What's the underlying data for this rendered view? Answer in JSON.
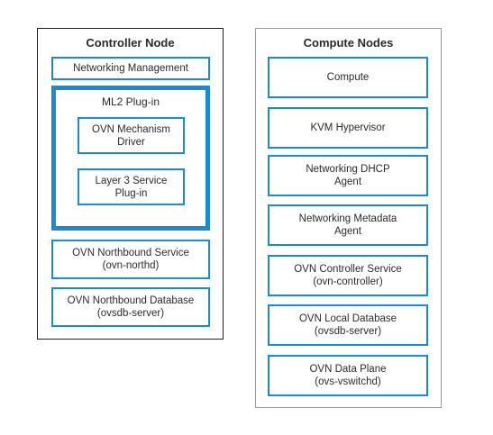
{
  "controller": {
    "title": "Controller Node",
    "networking_management": "Networking Management",
    "ml2": {
      "title": "ML2 Plug-in",
      "mechanism_driver": "OVN Mechanism\nDriver",
      "l3_service": "Layer 3 Service\nPlug-in"
    },
    "northbound_service": "OVN Northbound Service\n(ovn-northd)",
    "northbound_database": "OVN Northbound Database\n(ovsdb-server)"
  },
  "compute": {
    "title": "Compute Nodes",
    "items": [
      "Compute",
      "KVM Hypervisor",
      "Networking DHCP\nAgent",
      "Networking Metadata\nAgent",
      "OVN Controller Service\n(ovn-controller)",
      "OVN Local Database\n(ovsdb-server)",
      "OVN Data Plane\n(ovs-vswitchd)"
    ]
  },
  "colors": {
    "accent": "#1a8ad4",
    "border_dark": "#1f1f1f",
    "border_light": "#9a9a9a"
  }
}
